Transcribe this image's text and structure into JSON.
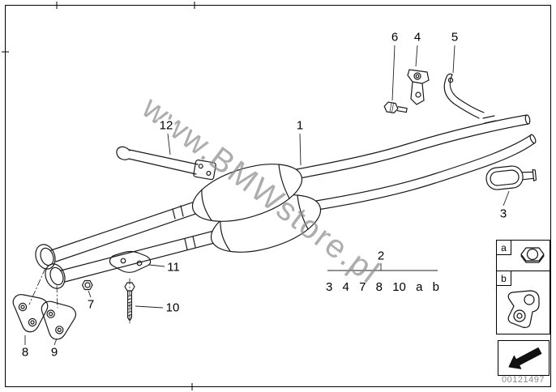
{
  "watermark": {
    "text": "www.BMWstore.pl"
  },
  "frame": {
    "part_number": "00121497"
  },
  "callouts": [
    {
      "id": "6"
    },
    {
      "id": "4"
    },
    {
      "id": "5"
    },
    {
      "id": "12"
    },
    {
      "id": "1"
    },
    {
      "id": "3"
    },
    {
      "id": "11"
    },
    {
      "id": "10"
    },
    {
      "id": "7"
    },
    {
      "id": "8"
    },
    {
      "id": "9"
    }
  ],
  "group2": {
    "label": "2",
    "items": [
      "3",
      "4",
      "7",
      "8",
      "10",
      "a",
      "b"
    ]
  },
  "legend": {
    "a": "a",
    "b": "b"
  },
  "icons": {
    "legend_a": "hex-nut-icon",
    "legend_b": "rubber-mount-icon",
    "bottom_right": "direction-arrow-icon"
  },
  "colors": {
    "line": "#1a1a1a",
    "watermark": "#8e8e8e",
    "background": "#ffffff"
  }
}
